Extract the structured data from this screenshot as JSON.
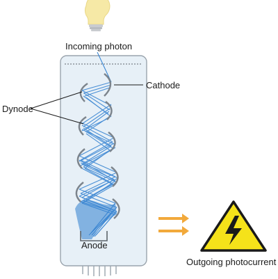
{
  "labels": {
    "incoming_photon": "Incoming photon",
    "cathode": "Cathode",
    "dynode": "Dynode",
    "anode": "Anode",
    "outgoing_photocurrent": "Outgoing photocurrent"
  },
  "colors": {
    "tube_fill": "#e7f0f7",
    "tube_stroke": "#9aa4ad",
    "electron_path": "#2f7fd0",
    "electrode": "#7c848c",
    "bulb": "#f6e9a6",
    "arrow": "#f2a93b",
    "warning_fill": "#f5e21a",
    "warning_stroke": "#1a1a1a"
  },
  "icons": {
    "bulb": "light-bulb-icon",
    "arrows": "double-arrow-right-icon",
    "warning": "high-voltage-warning-icon"
  }
}
